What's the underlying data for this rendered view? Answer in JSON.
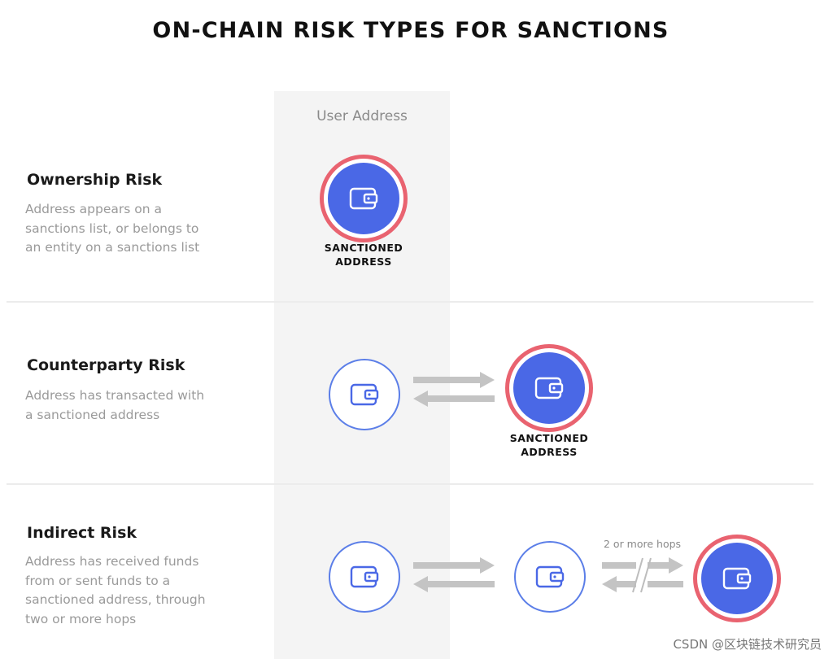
{
  "title": "ON-CHAIN RISK TYPES FOR SANCTIONS",
  "column_label": "User Address",
  "risks": [
    {
      "title": "Ownership Risk",
      "description": [
        "Address appears on a",
        "sanctions list, or belongs to",
        "an entity on a sanctions list"
      ]
    },
    {
      "title": "Counterparty Risk",
      "description": [
        "Address has transacted with",
        "a sanctioned address"
      ]
    },
    {
      "title": "Indirect Risk",
      "description": [
        "Address has received funds",
        "from or sent funds to a",
        "sanctioned address, through",
        "two or more hops"
      ]
    }
  ],
  "sanctioned_label": [
    "SANCTIONED",
    "ADDRESS"
  ],
  "hops_label": "2 or more hops",
  "watermark": "CSDN @区块链技术研究员",
  "colors": {
    "node_fill": "#4a68e6",
    "node_ring": "#e96370",
    "outline": "#5b7ee8",
    "arrow": "#c4c4c4"
  },
  "icons": [
    "wallet-icon",
    "arrow-right-icon",
    "arrow-left-icon",
    "hop-break-icon"
  ]
}
